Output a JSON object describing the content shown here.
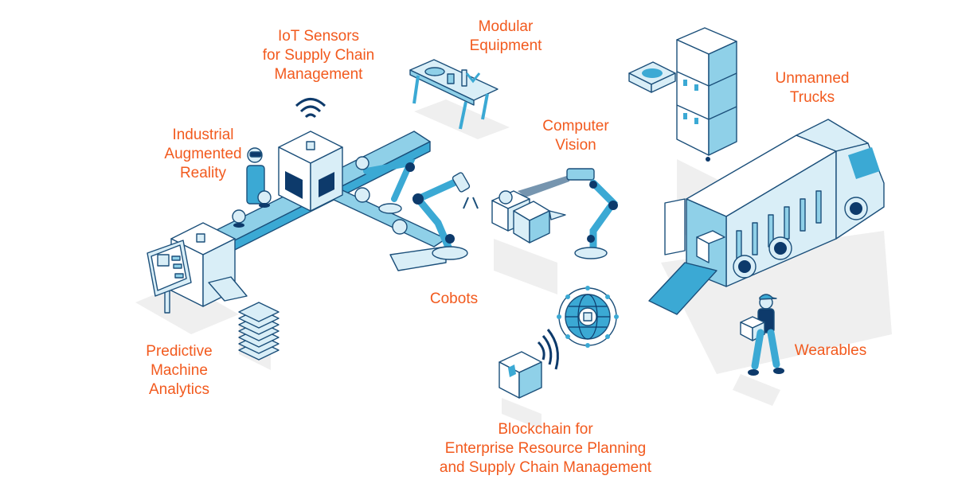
{
  "colors": {
    "label": "#f25a1e",
    "outline": "#1b4f7a",
    "fill_light": "#d9eef7",
    "fill_mid": "#8fd0e8",
    "fill_accent": "#3ba9d4",
    "fill_dark": "#0d3a6b",
    "shadow": "#efefef"
  },
  "labels": {
    "iot_sensors": "IoT Sensors\nfor Supply Chain\nManagement",
    "modular_equipment": "Modular\nEquipment",
    "industrial_ar": "Industrial\nAugmented\nReality",
    "computer_vision": "Computer\nVision",
    "unmanned_trucks": "Unmanned\nTrucks",
    "cobots": "Cobots",
    "predictive_analytics": "Predictive\nMachine\nAnalytics",
    "wearables": "Wearables",
    "blockchain": "Blockchain for\nEnterprise Resource Planning\nand Supply Chain Management"
  },
  "icons": [
    "wifi-signal-icon",
    "conveyor-machine-icon",
    "worker-vr-headset-icon",
    "robotic-arm-icon",
    "control-panel-icon",
    "paper-stack-icon",
    "workbench-icon",
    "camera-arm-icon",
    "open-boxes-icon",
    "globe-network-icon",
    "package-box-icon",
    "shelf-boxes-icon",
    "scale-platform-icon",
    "truck-icon",
    "delivery-worker-icon"
  ]
}
